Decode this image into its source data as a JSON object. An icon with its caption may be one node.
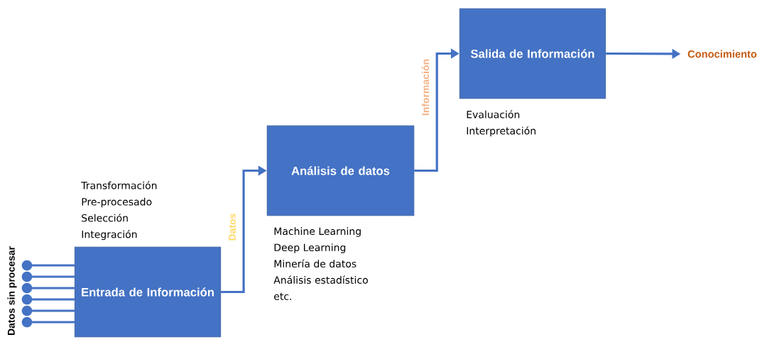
{
  "diagram": {
    "nodes": [
      {
        "text": [
          "Entrada de Información"
        ],
        "beside": [
          "Transformación",
          "Pre-procesado",
          "Selección",
          "Integración"
        ]
      },
      {
        "text": [
          "Análisis de datos"
        ],
        "beside": [
          "Machine Learning",
          "Deep Learning",
          "Minería de datos",
          "Análisis estadístico",
          "etc."
        ]
      },
      {
        "text": [
          "Salida de Información"
        ],
        "beside": [
          "Evaluación",
          "Interpretación"
        ]
      },
      {
        "text": [
          "Conocimiento"
        ]
      },
      {
        "text": [],
        "shape": "circle"
      },
      {
        "text": [],
        "shape": "circle"
      },
      {
        "text": [],
        "shape": "circle"
      },
      {
        "text": [],
        "shape": "circle"
      },
      {
        "text": [],
        "shape": "circle"
      },
      {
        "text": [],
        "shape": "circle"
      }
    ],
    "edges": [
      {
        "from": 0,
        "to": 1,
        "arrow": "to",
        "label": "Datos"
      },
      {
        "from": 1,
        "to": 2,
        "arrow": "to",
        "label": "Información"
      },
      {
        "from": 2,
        "to": 3,
        "arrow": "to"
      },
      {
        "from": 4,
        "to": 0,
        "arrow": "none"
      },
      {
        "from": 5,
        "to": 0,
        "arrow": "none"
      },
      {
        "from": 6,
        "to": 0,
        "arrow": "none"
      },
      {
        "from": 7,
        "to": 0,
        "arrow": "none"
      },
      {
        "from": 8,
        "to": 0,
        "arrow": "none"
      },
      {
        "from": 9,
        "to": 0,
        "arrow": "none"
      }
    ],
    "labels": [
      "Datos sin procesar"
    ]
  }
}
